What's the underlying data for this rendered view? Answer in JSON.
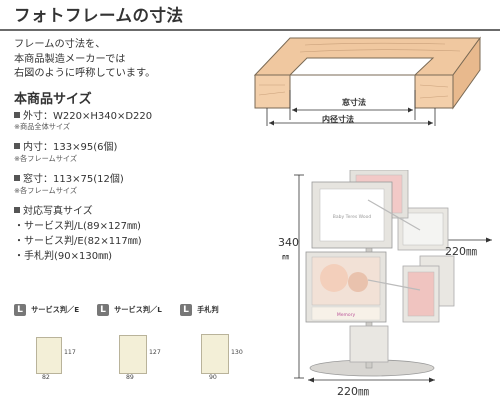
{
  "title": "フォトフレームの寸法",
  "intro": {
    "line1": "フレームの寸法を、",
    "line2": "本商品製造メーカーでは",
    "line3": "右図のように呼称しています。"
  },
  "diagram": {
    "window_label": "窓寸法",
    "inner_label": "内径寸法"
  },
  "specs": {
    "heading": "本商品サイズ",
    "outer": "外寸：W220×H340×D220",
    "outer_note": "※商品全体サイズ",
    "inner": "内寸：133×95(6個)",
    "inner_note": "※各フレームサイズ",
    "window": "窓寸：113×75(12個)",
    "window_note": "※各フレームサイズ"
  },
  "photo_sizes": {
    "heading": "対応写真サイズ",
    "items": [
      "・サービス判/L(89×127㎜)",
      "・サービス判/E(82×117㎜)",
      "・手札判(90×130㎜)"
    ]
  },
  "cards": [
    {
      "badge": "L",
      "label": "サービス判／E",
      "width": "82",
      "height": "117"
    },
    {
      "badge": "L",
      "label": "サービス判／L",
      "width": "89",
      "height": "127"
    },
    {
      "badge": "L",
      "label": "手札判",
      "width": "90",
      "height": "130"
    }
  ],
  "product": {
    "height_value": "340",
    "height_unit": "㎜",
    "depth_value": "220㎜",
    "width_value": "220㎜",
    "frame_caption": "Baby Teres Wood",
    "frame_caption2": "Memory"
  },
  "colors": {
    "wood": "#f0c8a0",
    "wood_stroke": "#7a6a55",
    "rule": "#6b6b6b",
    "card": "#f3efd7"
  }
}
